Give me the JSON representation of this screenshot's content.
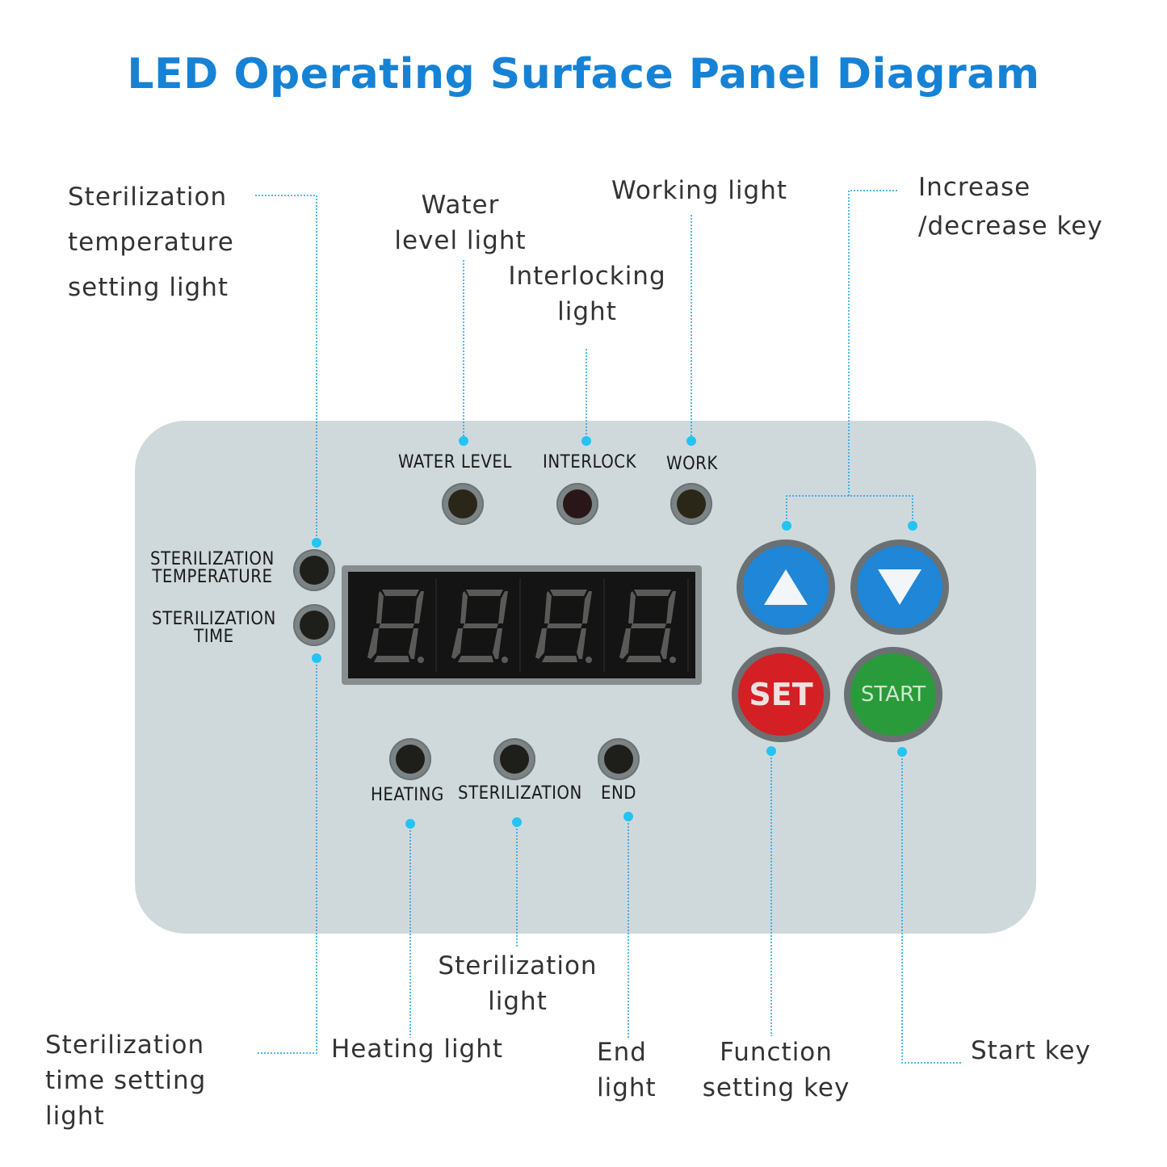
{
  "title": "LED Operating Surface Panel Diagram",
  "colors": {
    "title": "#1682d6",
    "leader_line": "#1aa0e6",
    "leader_dot": "#22c4f4",
    "panel": "#cfd9dc",
    "key_up_down": "#1f86d8",
    "key_set": "#d42024",
    "key_start": "#2a9b3a"
  },
  "callouts": {
    "sterilization_temperature_setting_light": [
      "Sterilization",
      "temperature",
      "setting light"
    ],
    "water_level_light": [
      "Water",
      "level light"
    ],
    "working_light": [
      "Working light"
    ],
    "interlocking_light": [
      "Interlocking",
      "light"
    ],
    "increase_decrease_key": [
      "Increase",
      "/decrease key"
    ],
    "sterilization_light": [
      "Sterilization",
      "light"
    ],
    "sterilization_time_setting_light": [
      "Sterilization",
      "time setting",
      "light"
    ],
    "heating_light": [
      "Heating light"
    ],
    "end_light": [
      "End",
      "light"
    ],
    "function_setting_key": [
      "Function",
      "setting key"
    ],
    "start_key": [
      "Start key"
    ]
  },
  "panel": {
    "water_level_label": "WATER LEVEL",
    "interlock_label": "INTERLOCK",
    "work_label": "WORK",
    "steril_temp_label": [
      "STERILIZATION",
      "TEMPERATURE"
    ],
    "steril_time_label": [
      "STERILIZATION",
      "TIME"
    ],
    "heating_label": "HEATING",
    "sterilization_label": "STERILIZATION",
    "end_label": "END",
    "display_digits": "8.8.8.8.",
    "keys": {
      "up_icon": "triangle-up-icon",
      "down_icon": "triangle-down-icon",
      "set_label": "SET",
      "start_label": "START"
    }
  }
}
